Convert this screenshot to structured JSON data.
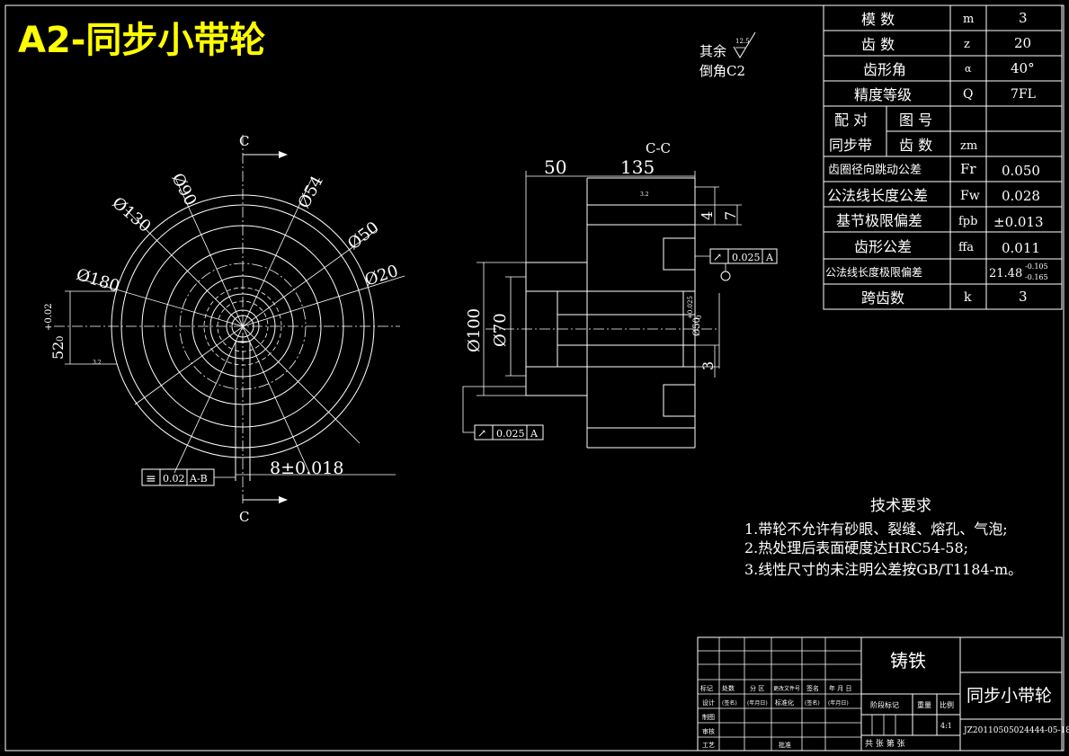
{
  "title": "A2-同步小带轮",
  "note": {
    "line1": "其余",
    "roughness": "12.5",
    "line2": "倒角C2"
  },
  "front_view": {
    "section_label": "C",
    "dims": [
      "Ø130",
      "Ø90",
      "Ø54",
      "Ø50",
      "Ø20",
      "Ø180"
    ],
    "keyway_dim": "52",
    "keyway_tol": "+0.02",
    "keyway_tol_low": "0",
    "key_width": "8±0.018",
    "roughness": "3.2",
    "sym_tol": {
      "symbol": "≡",
      "value": "0.02",
      "datum": "A-B"
    }
  },
  "section_view": {
    "title": "C-C",
    "dim_50": "50",
    "dim_135": "135",
    "dim_4": "4",
    "dim_7": "7",
    "dim_3": "3",
    "dia_100": "Ø100",
    "dia_70": "Ø70",
    "dia_bore": "Ø50",
    "bore_tol": "+0.025",
    "bore_tol_low": "0",
    "roughness": "3.2",
    "runout_top": {
      "value": "0.025",
      "datum": "A"
    },
    "runout_bottom": {
      "value": "0.025",
      "datum": "A"
    }
  },
  "params": [
    {
      "name": "模 数",
      "sym": "m",
      "value": "3"
    },
    {
      "name": "齿 数",
      "sym": "z",
      "value": "20"
    },
    {
      "name": "齿形角",
      "sym": "α",
      "value": "40°"
    },
    {
      "name": "精度等级",
      "sym": "Q",
      "value": "7FL"
    },
    {
      "name": "公法线长度公差",
      "sym": "Fw",
      "value": "0.028"
    },
    {
      "name": "基节极限偏差",
      "sym": "fpb",
      "value": "±0.013"
    },
    {
      "name": "齿形公差",
      "sym": "ffa",
      "value": "0.011"
    },
    {
      "name": "公法线长度极限偏差",
      "sym": "",
      "value": "21.48",
      "upper": "-0.105",
      "lower": "-0.165"
    },
    {
      "name": "跨齿数",
      "sym": "k",
      "value": "3"
    }
  ],
  "pairing": {
    "label_a": "配 对",
    "label_b": "同步带",
    "col_a": "图 号",
    "col_b": "齿 数",
    "sym": "zm"
  },
  "runout_row": {
    "name": "齿圈径向跳动公差",
    "sym": "Fr",
    "value": "0.050"
  },
  "tech": {
    "heading": "技术要求",
    "items": [
      "1.带轮不允许有砂眼、裂缝、熔孔、气泡;",
      "2.热处理后表面硬度达HRC54-58;",
      "3.线性尺寸的未注明公差按GB/T1184-m。"
    ]
  },
  "title_block": {
    "material": "铸铁",
    "part_name": "同步小带轮",
    "drawing_no": "JZ20110505024444-05-18",
    "scale": "4:1",
    "row_labels": [
      "标记",
      "处数",
      "分 区",
      "更改文件号",
      "签名",
      "年 月 日"
    ],
    "row2": [
      "设计",
      "(签名)",
      "(年月日)",
      "标准化",
      "(签名)",
      "(年月日)"
    ],
    "left_labels": [
      "制图",
      "审核",
      "工艺"
    ],
    "approve": "批准",
    "stage_label": "阶段标记",
    "weight_label": "重量",
    "scale_label": "比例",
    "sheet_info": "共 张 第 张"
  }
}
